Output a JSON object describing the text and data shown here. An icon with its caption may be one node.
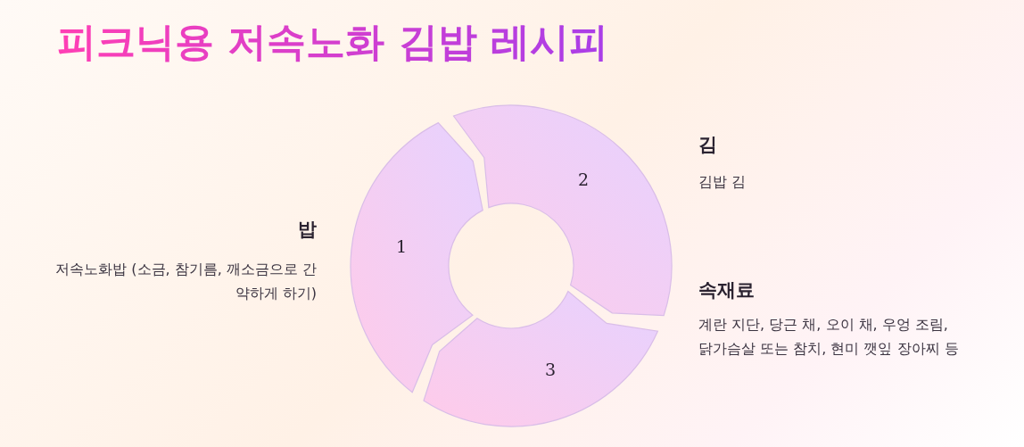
{
  "diagram": {
    "title": "피크닉용 저속노화 김밥 레시피",
    "nodes": [
      {
        "text": [
          "1"
        ],
        "beside": [
          "밥",
          "저속노화밥 (소금, 참기름, 깨소금으로 간 약하게 하기)"
        ]
      },
      {
        "text": [
          "2"
        ],
        "beside": [
          "김",
          "김밥 김"
        ]
      },
      {
        "text": [
          "3"
        ],
        "beside": [
          "속재료",
          "계란 지단, 당근 채, 오이 채, 우엉 조림, 닭가슴살 또는 참치, 현미 깻잎 장아찌 등"
        ]
      }
    ]
  }
}
